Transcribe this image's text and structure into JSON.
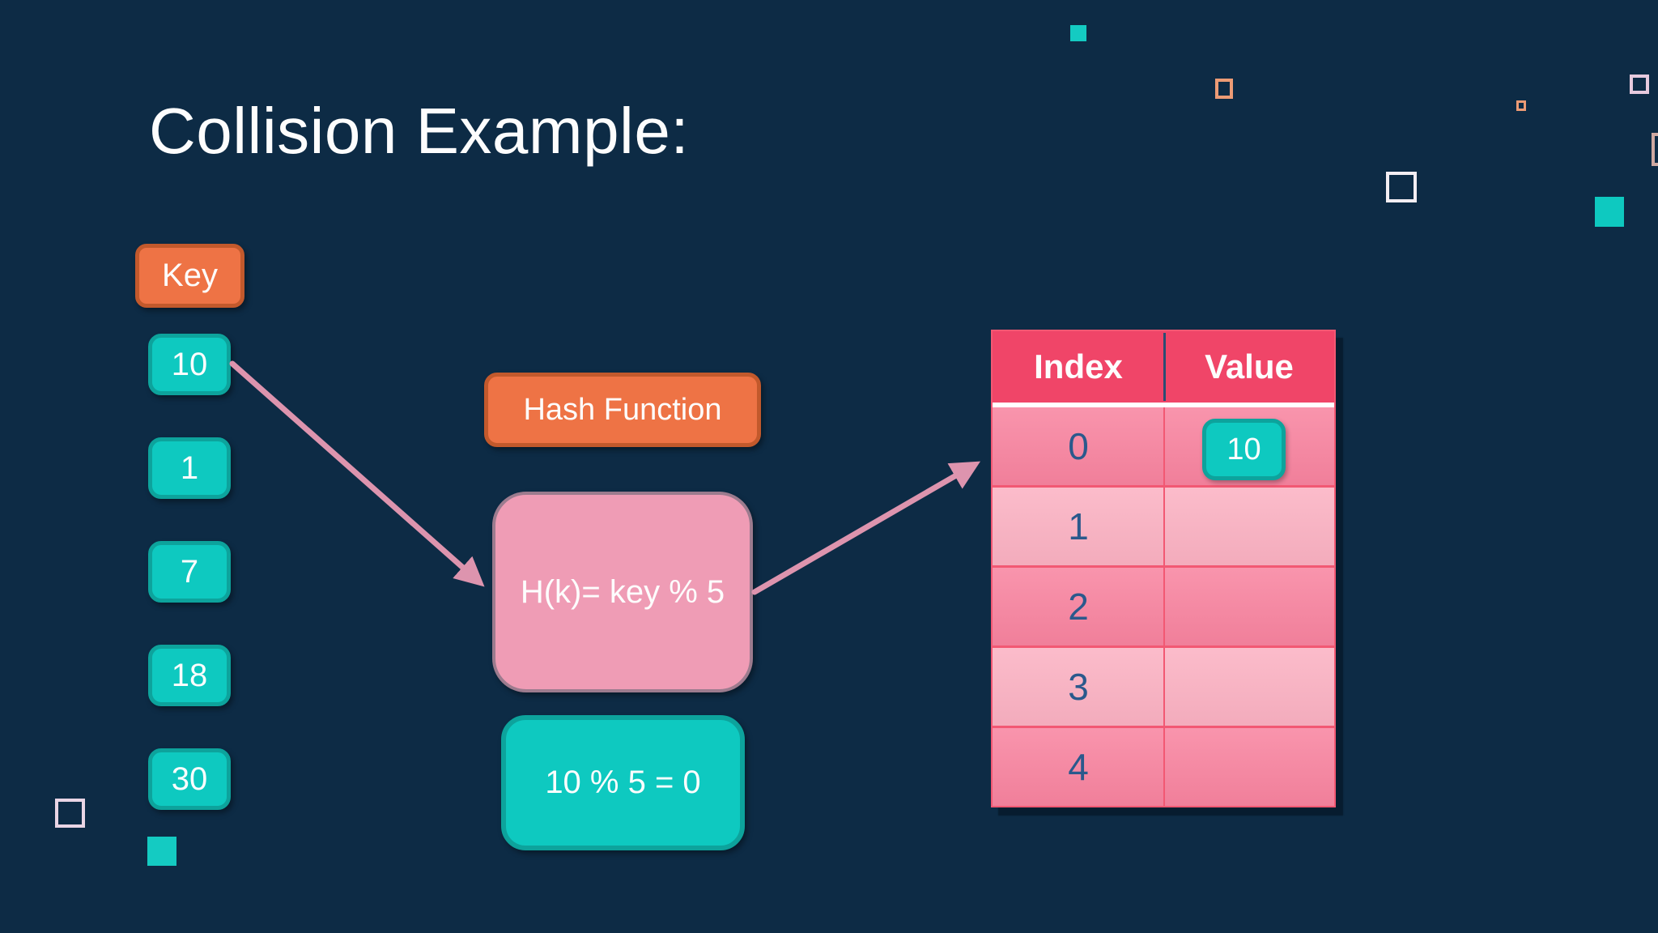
{
  "title": "Collision Example:",
  "colors": {
    "background": "#0d2b45",
    "text_white": "#fdfdfd",
    "orange": "#ee7345",
    "orange_border": "#c2592c",
    "teal": "#0ec9c0",
    "teal_border": "#0da39c",
    "teal_bright": "#14cbc2",
    "pink_panel": "#ef9cb5",
    "pink_panel_border": "#9c7b8e",
    "arrow_pink": "#dd94ae",
    "table_header_pink": "#f04568",
    "header_divider_blue": "#2b4c73",
    "table_row_dark": "#f8839f",
    "table_row_light": "#fbb1c2",
    "table_row_border": "#f25873",
    "index_text_blue": "#2a598c",
    "decor_orange": "#ec9b75",
    "decor_pink_white": "#e6cade",
    "decor_white": "#f3eef3",
    "decor_lilac": "#e9d5e5",
    "decor_tan": "#cfa9a1"
  },
  "keys": {
    "label": "Key",
    "items": [
      "10",
      "1",
      "7",
      "18",
      "30"
    ]
  },
  "hash": {
    "label": "Hash Function",
    "formula": "H(k)= key % 5",
    "result": "10 % 5 = 0"
  },
  "table": {
    "headers": [
      "Index",
      "Value"
    ],
    "rows": [
      {
        "index": "0",
        "value": "10"
      },
      {
        "index": "1",
        "value": ""
      },
      {
        "index": "2",
        "value": ""
      },
      {
        "index": "3",
        "value": ""
      },
      {
        "index": "4",
        "value": ""
      }
    ]
  }
}
